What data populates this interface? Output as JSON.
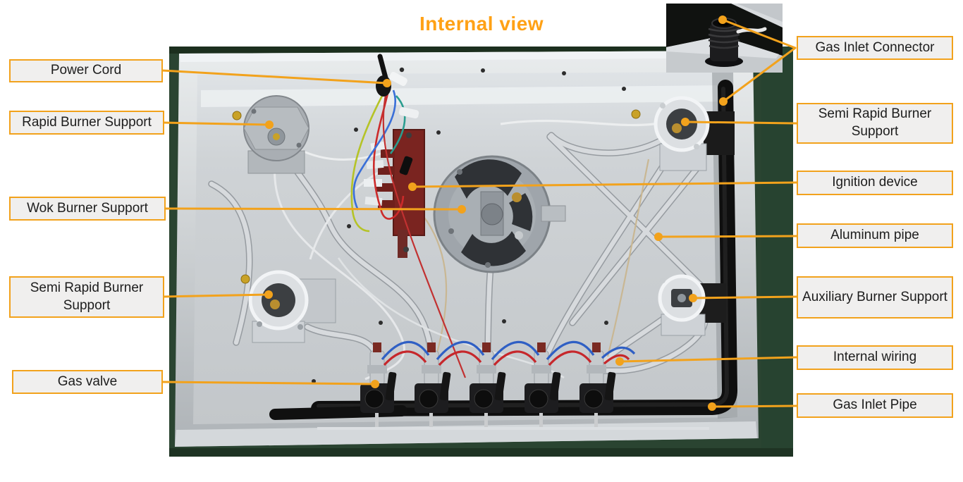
{
  "title": "Internal view",
  "colors": {
    "accent_orange": "#F2A21C",
    "title_orange": "#FFA115",
    "label_background": "#F0EFEE",
    "label_text": "#1D1D1D",
    "photo_worktop_green": "#2A4431",
    "hob_aluminum": "#CDD1D5",
    "gas_pipe_black": "#141414",
    "ignition_red": "#7A2420",
    "wire_red": "#C6272B",
    "wire_blue": "#2F5FC4"
  },
  "labels": {
    "left": {
      "power_cord": "Power Cord",
      "rapid_burner_support": "Rapid Burner Support",
      "wok_burner_support": "Wok Burner Support",
      "semi_rapid_burner_support": "Semi Rapid Burner Support",
      "gas_valve": "Gas valve"
    },
    "right": {
      "gas_inlet_connector": "Gas Inlet Connector",
      "semi_rapid_burner_support": "Semi Rapid Burner Support",
      "ignition_device": "Ignition device",
      "aluminum_pipe": "Aluminum pipe",
      "auxiliary_burner_support": "Auxiliary Burner Support",
      "internal_wiring": "Internal wiring",
      "gas_inlet_pipe": "Gas Inlet Pipe"
    }
  }
}
